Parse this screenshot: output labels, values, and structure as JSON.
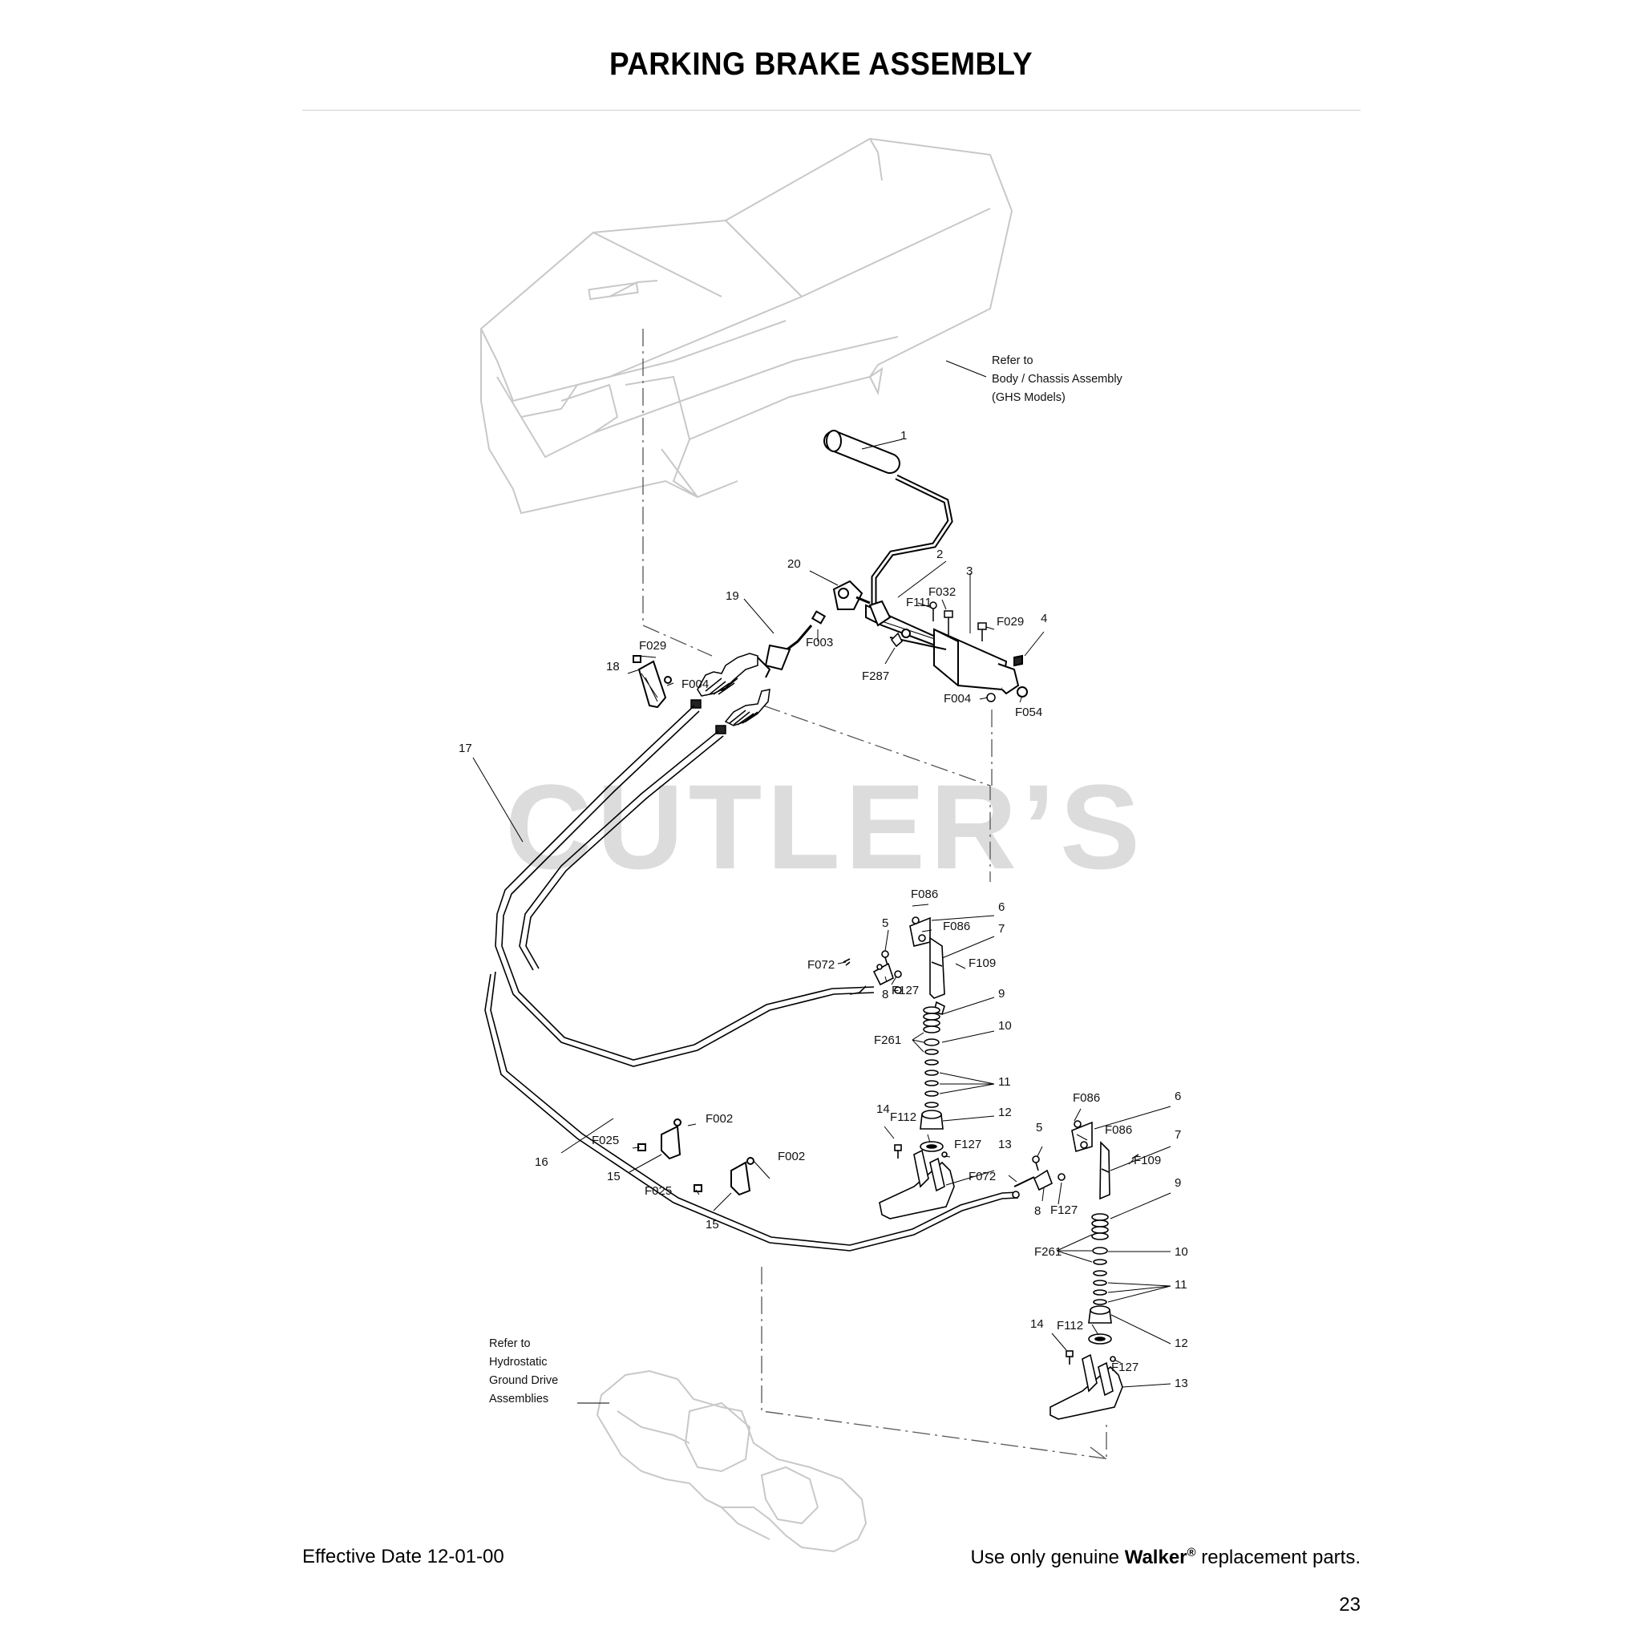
{
  "page": {
    "title": "PARKING BRAKE ASSEMBLY",
    "watermark": "CUTLER’S",
    "footer": {
      "effective_date": "Effective Date 12-01-00",
      "parts_prefix": "Use only genuine ",
      "brand": "Walker",
      "registered_mark": "®",
      "parts_suffix": " replacement parts.",
      "page_number": "23"
    }
  },
  "diagram": {
    "notes": {
      "body_ref": [
        "Refer to",
        "Body / Chassis Assembly",
        "(GHS Models)"
      ],
      "hydro_ref": [
        "Refer to",
        "Hydrostatic",
        "Ground Drive",
        "Assemblies"
      ]
    },
    "callouts": {
      "c1": "1",
      "c2": "2",
      "c3": "3",
      "c4": "4",
      "c20": "20",
      "c19": "19",
      "cF111": "F111",
      "cF032": "F032",
      "cF029a": "F029",
      "cF003": "F003",
      "cF287": "F287",
      "cF004a": "F004",
      "cF054": "F054",
      "cF029b": "F029",
      "c18": "18",
      "cF004b": "F004",
      "c17": "17",
      "cF086a": "F086",
      "c6a": "6",
      "cF086b": "F086",
      "c5a": "5",
      "c7a": "7",
      "cF109a": "F109",
      "cF072a": "F072",
      "c8a": "8",
      "cF127a": "F127",
      "c9a": "9",
      "c10a": "10",
      "cF261a": "F261",
      "c11a": "11",
      "c12a": "12",
      "c14a": "14",
      "cF112a": "F112",
      "cF127b": "F127",
      "c13a": "13",
      "cF002a": "F002",
      "cF025a": "F025",
      "c16": "16",
      "c15a": "15",
      "cF002b": "F002",
      "cF025b": "F025",
      "c15b": "15",
      "cF086c": "F086",
      "c6b": "6",
      "cF086d": "F086",
      "c5b": "5",
      "c7b": "7",
      "cF109b": "F109",
      "cF072b": "F072",
      "c8b": "8",
      "cF127c": "F127",
      "c9b": "9",
      "c10b": "10",
      "cF261b": "F261",
      "c11b": "11",
      "c12b": "12",
      "c14b": "14",
      "cF112b": "F112",
      "cF127d": "F127",
      "c13b": "13"
    }
  }
}
